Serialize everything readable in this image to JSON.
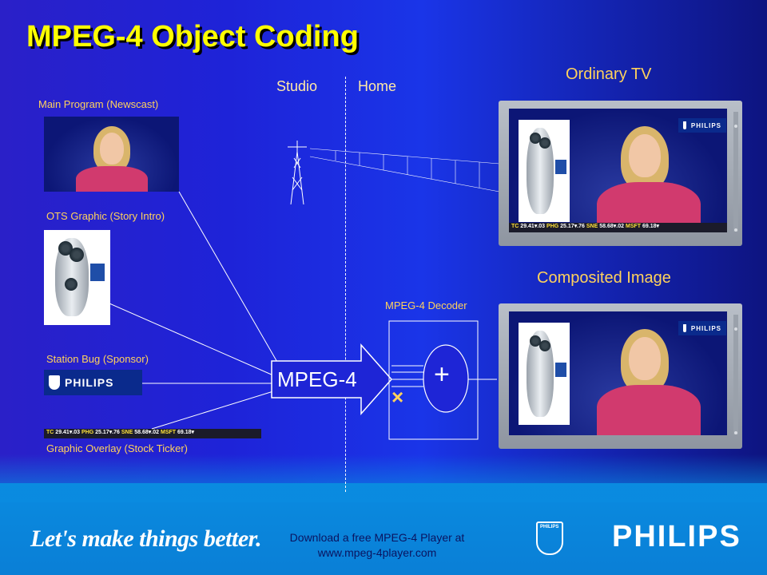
{
  "slide": {
    "title": "MPEG-4 Object Coding",
    "studio_label": "Studio",
    "home_label": "Home",
    "ordinary_tv_label": "Ordinary TV",
    "composited_label": "Composited Image",
    "decoder_label": "MPEG-4 Decoder",
    "encoder_label": "MPEG-4",
    "compositor_plus": "+",
    "compositor_times": "×"
  },
  "sources": {
    "main_program": "Main Program (Newscast)",
    "ots_graphic": "OTS Graphic (Story Intro)",
    "station_bug": "Station Bug (Sponsor)",
    "graphic_overlay": "Graphic Overlay (Stock Ticker)"
  },
  "ticker": {
    "tc": "TC",
    "tc_val": "29.41",
    "tc_chg": ".03",
    "phg": "PHG",
    "phg_val": "25.17",
    "phg_chg": ".76",
    "sne": "SNE",
    "sne_val": "58.68",
    "sne_chg": ".02",
    "msft": "MSFT",
    "msft_val": "69.18"
  },
  "brand": {
    "logo_word": "PHILIPS",
    "crest_word": "PHILIPS",
    "slogan": "Let's make things better.",
    "download_line1": "Download a free MPEG-4 Player at",
    "download_line2": "www.mpeg-4player.com"
  },
  "colors": {
    "title": "#ffff00",
    "label": "#ffd25c",
    "background": "#1e23d8",
    "footer": "#0a8be0",
    "jacket": "#d13a6e"
  }
}
